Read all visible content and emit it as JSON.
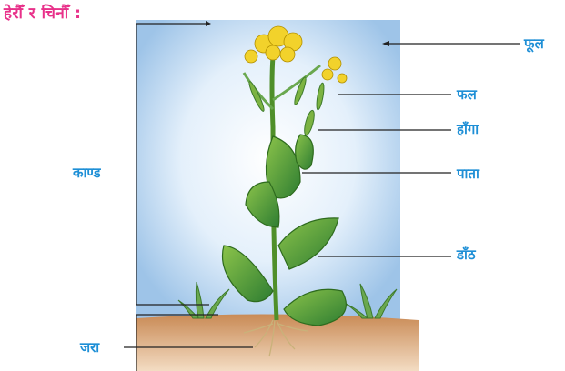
{
  "title": "हेरौँ र चिनौँ :",
  "labels": {
    "flower": "फूल",
    "fruit": "फल",
    "branch": "हाँगा",
    "leaf": "पाता",
    "stem": "डाँठ",
    "stalk": "काण्ड",
    "root": "जरा"
  }
}
